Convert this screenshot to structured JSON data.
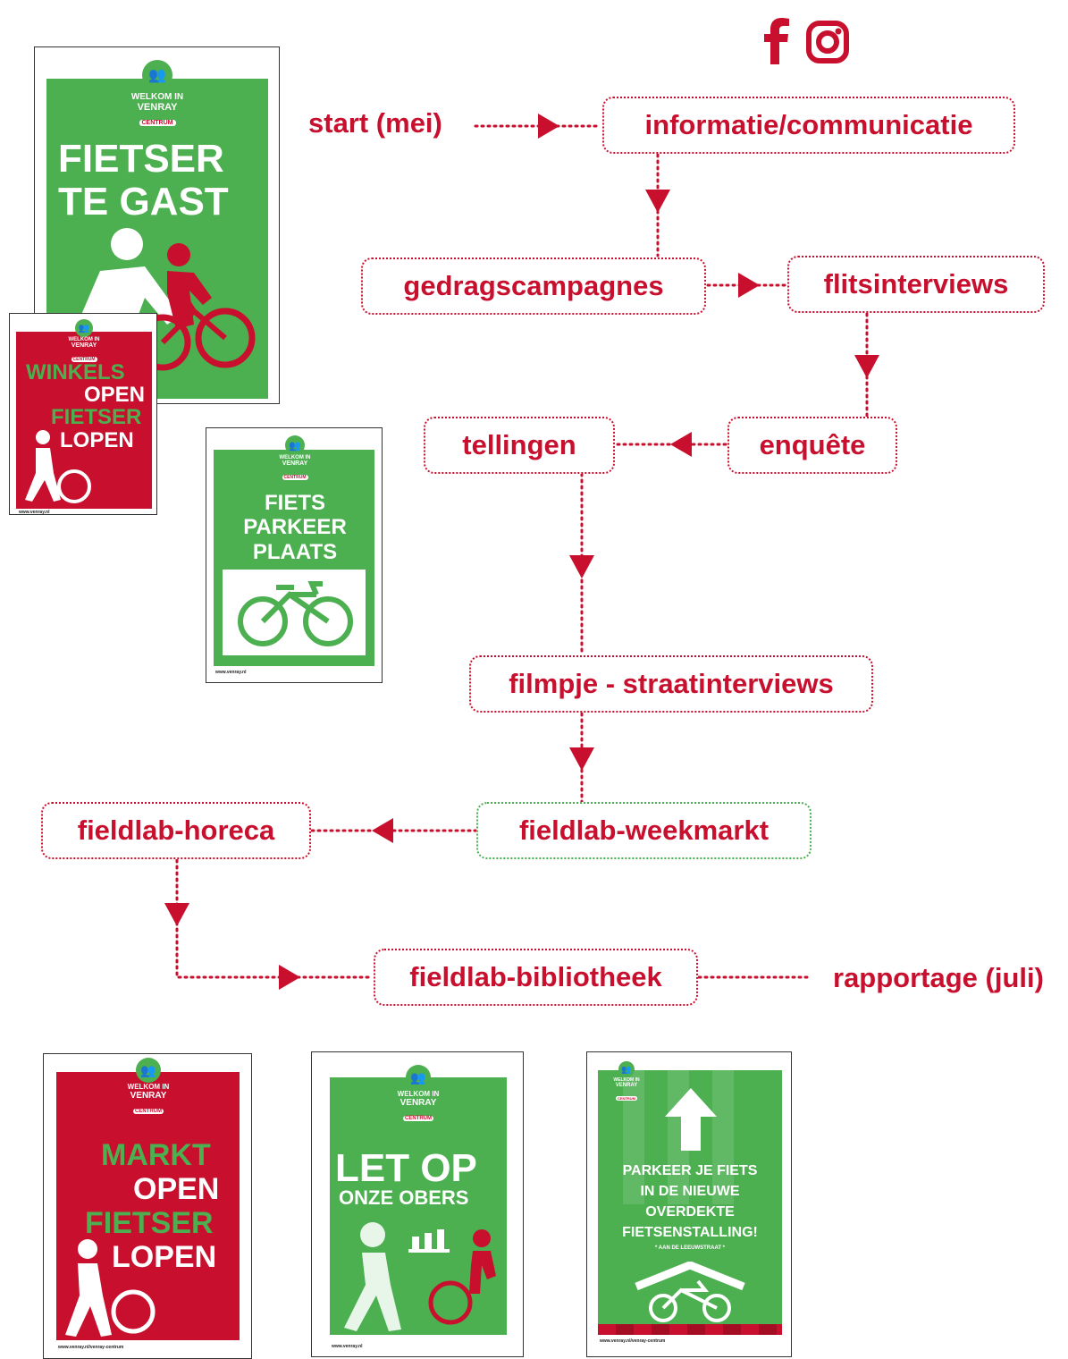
{
  "social": {
    "facebook_icon": "facebook-icon",
    "instagram_icon": "instagram-icon"
  },
  "flow": {
    "start": "start (mei)",
    "info": "informatie/communicatie",
    "gedrag": "gedragscampagnes",
    "flits": "flitsinterviews",
    "enquete": "enquête",
    "tellingen": "tellingen",
    "filmpje": "filmpje - straatinterviews",
    "weekmarkt": "fieldlab-weekmarkt",
    "horeca": "fieldlab-horeca",
    "bibliotheek": "fieldlab-bibliotheek",
    "rapportage": "rapportage (juli)"
  },
  "logo": {
    "line1": "WELKOM IN",
    "line2": "VENRAY",
    "tag": "CENTRUM"
  },
  "posters": {
    "p1": {
      "l1": "FIETSER",
      "l2": "TE GAST"
    },
    "p2": {
      "l1": "WINKELS",
      "l2": "OPEN",
      "l3": "FIETSER",
      "l4": "LOPEN",
      "url": "www.venray.nl"
    },
    "p3": {
      "l1": "FIETS",
      "l2": "PARKEER",
      "l3": "PLAATS",
      "url": "www.venray.nl"
    },
    "p4": {
      "l1": "MARKT",
      "l2": "OPEN",
      "l3": "FIETSER",
      "l4": "LOPEN",
      "url": "www.venray.nl/venray-centrum"
    },
    "p5": {
      "l1": "LET OP",
      "l2": "ONZE OBERS",
      "url": "www.venray.nl"
    },
    "p6": {
      "l1": "PARKEER JE FIETS",
      "l2": "IN DE NIEUWE",
      "l3": "OVERDEKTE",
      "l4": "FIETSENSTALLING!",
      "l5": "* AAN DE LEEUWSTRAAT *",
      "url": "www.venray.nl/venray-centrum"
    }
  },
  "colors": {
    "red": "#c8102e",
    "green": "#4caf50",
    "white": "#ffffff"
  }
}
